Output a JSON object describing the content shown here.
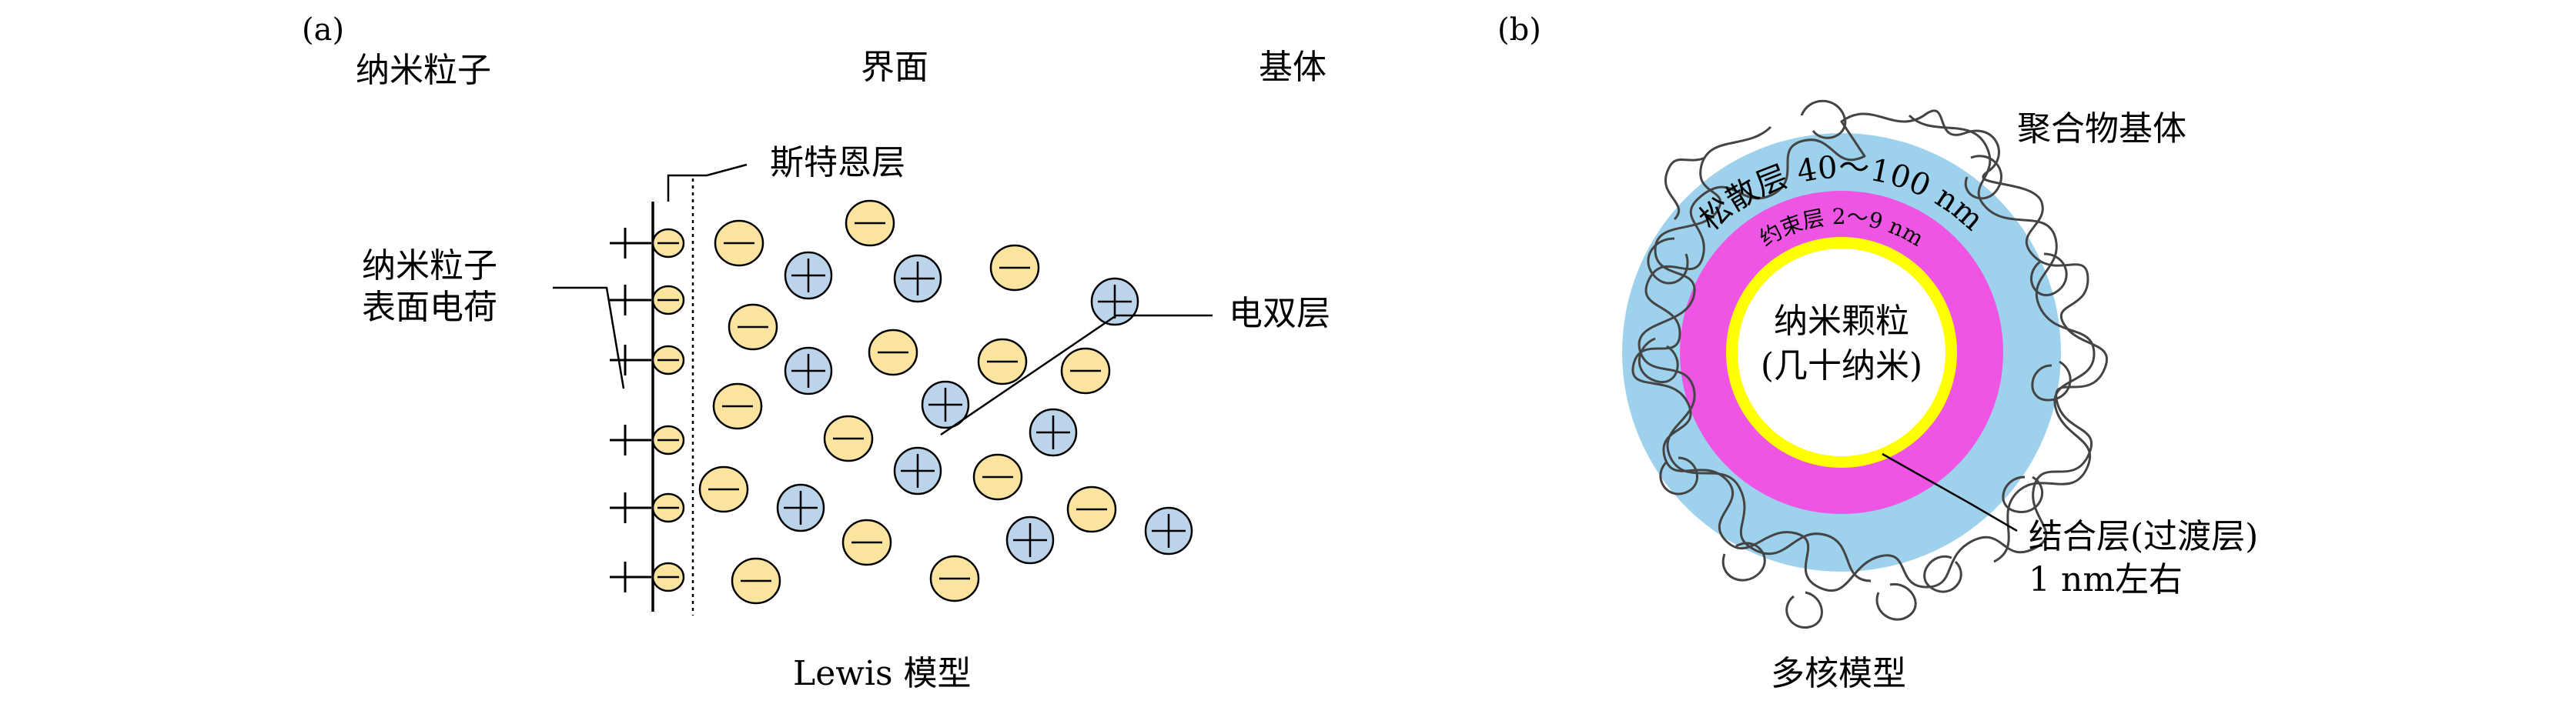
{
  "panel_a": {
    "tag": "(a)",
    "col_nanoparticle": "纳米粒子",
    "col_interface": "界面",
    "col_matrix": "基体",
    "stern_layer": "斯特恩层",
    "surface_charge_line1": "纳米粒子",
    "surface_charge_line2": "表面电荷",
    "double_layer": "电双层",
    "caption": "Lewis 模型"
  },
  "panel_b": {
    "tag": "(b)",
    "polymer_matrix": "聚合物基体",
    "loose_layer": "松散层 40～100 nm",
    "bound_layer": "约束层 2～9 nm",
    "core_line1": "纳米颗粒",
    "core_line2": "(几十纳米)",
    "bonded_line1": "结合层(过渡层)",
    "bonded_line2": "1 nm左右",
    "caption": "多核模型"
  },
  "colors": {
    "negative_ion_fill": "#fbe3a0",
    "positive_ion_fill": "#bcd4ea",
    "loose_layer": "#9ed2ec",
    "bound_layer": "#ee55e4",
    "bonded_layer": "#ffff00",
    "core": "#ffffff",
    "polymer_chain": "#444444"
  }
}
